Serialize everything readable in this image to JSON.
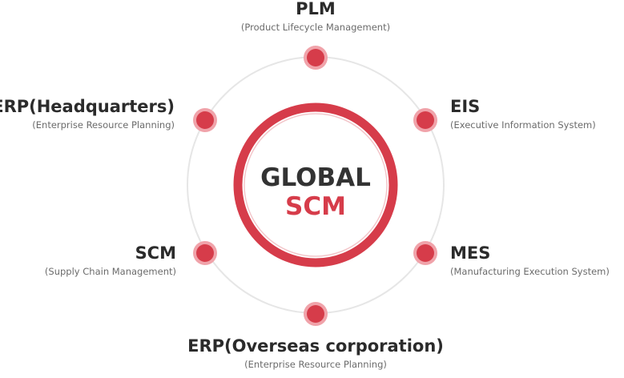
{
  "center": {
    "line1": "GLOBAL",
    "line2": "SCM"
  },
  "nodes": [
    {
      "id": "plm",
      "title": "PLM",
      "subtitle": "(Product Lifecycle Management)"
    },
    {
      "id": "eis",
      "title": "EIS",
      "subtitle": "(Executive Information System)"
    },
    {
      "id": "mes",
      "title": "MES",
      "subtitle": "(Manufacturing Execution System)"
    },
    {
      "id": "erp-overseas",
      "title": "ERP(Overseas corporation)",
      "subtitle": "(Enterprise Resource Planning)"
    },
    {
      "id": "scm",
      "title": "SCM",
      "subtitle": "(Supply Chain Management)"
    },
    {
      "id": "erp-hq",
      "title": "ERP(Headquarters)",
      "subtitle": "(Enterprise Resource Planning)"
    }
  ],
  "colors": {
    "accent": "#d63c4a",
    "accent_light": "#ee8f98",
    "orbit": "#e4e4e4",
    "title_text": "#2b2b2b",
    "subtitle_text": "#6b6b6b"
  }
}
